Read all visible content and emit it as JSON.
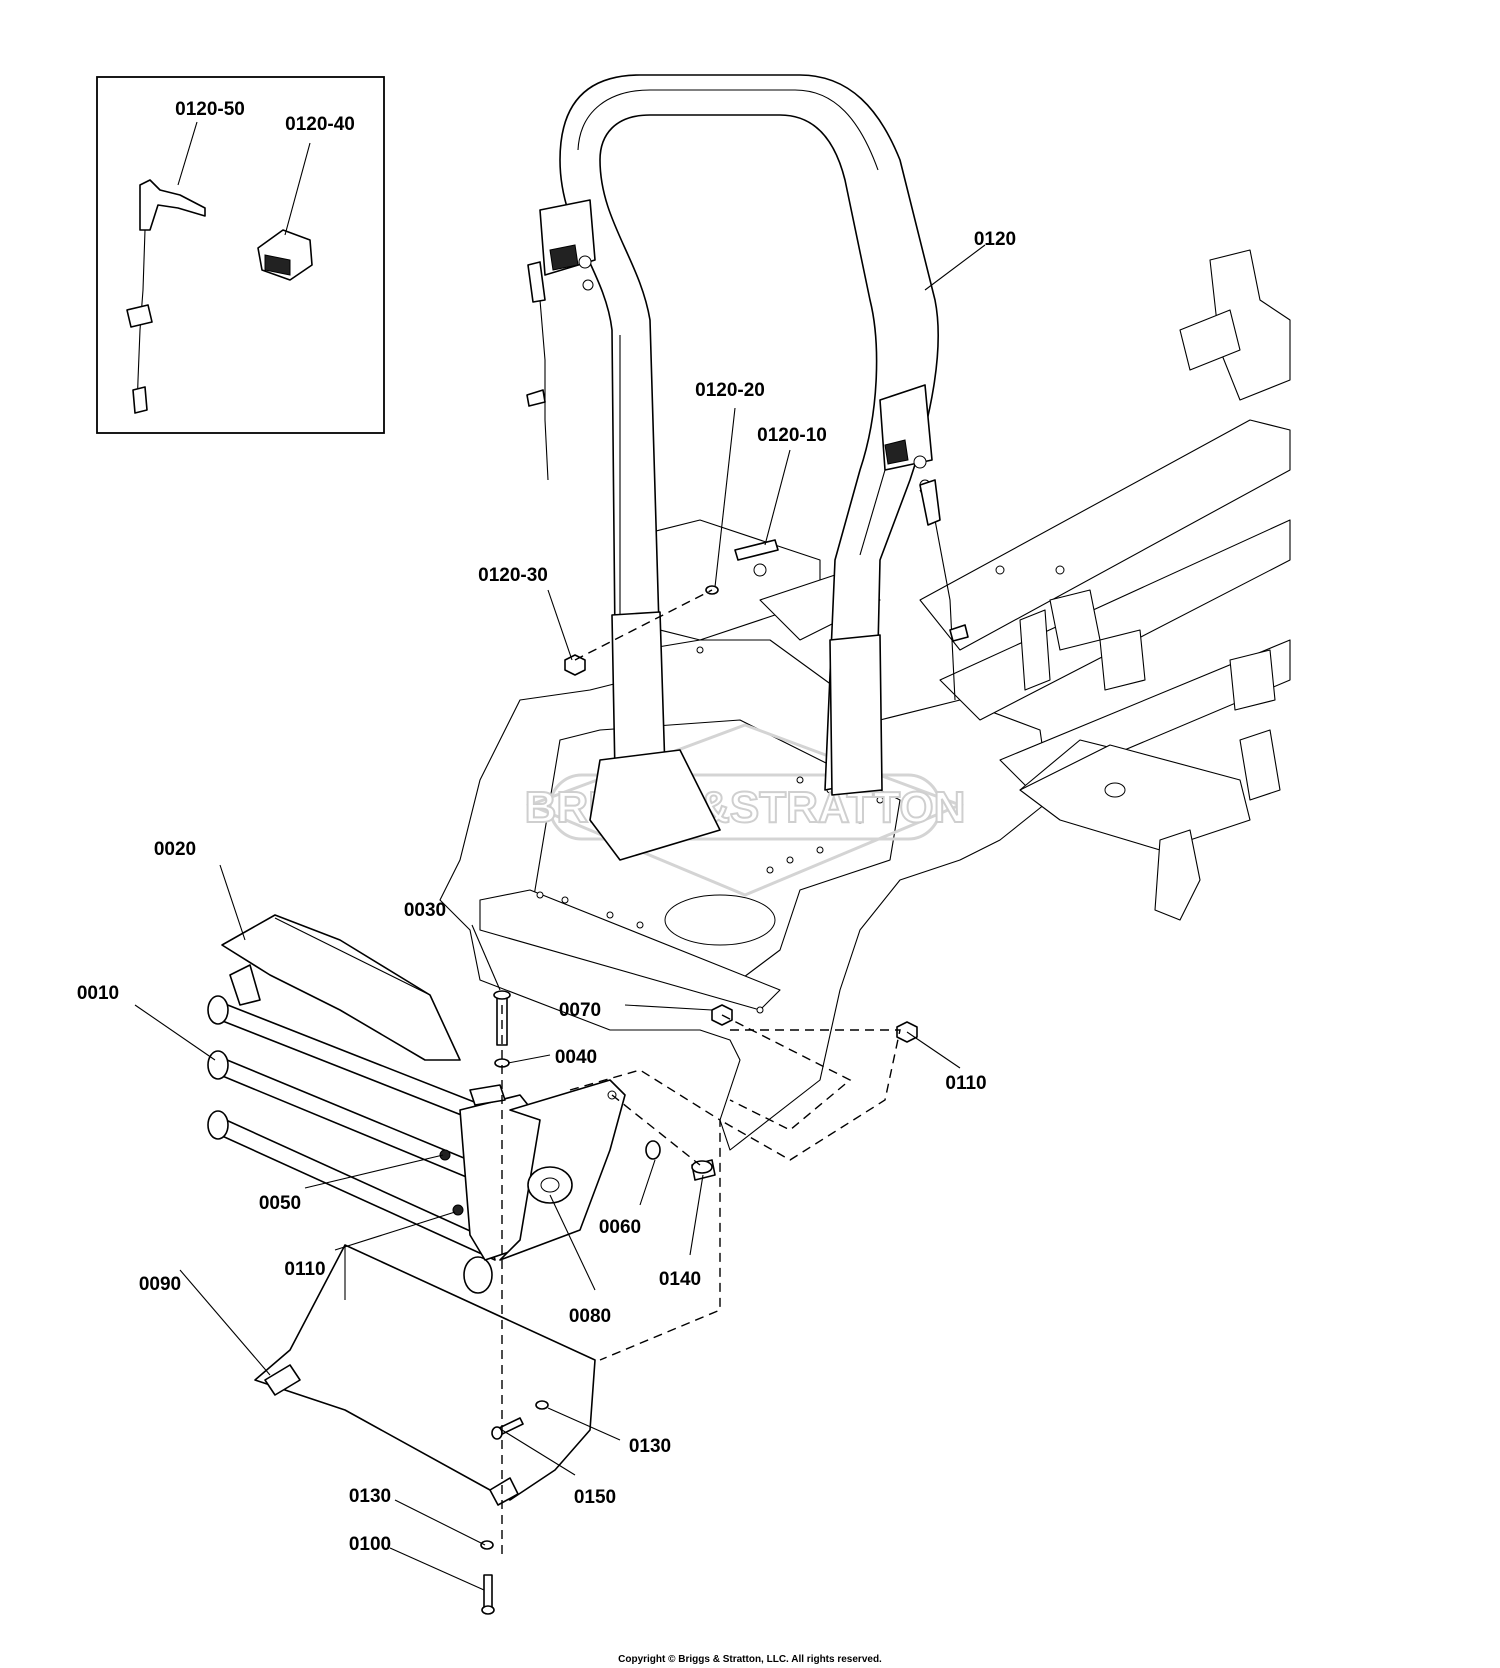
{
  "callouts": {
    "c0120_50": "0120-50",
    "c0120_40": "0120-40",
    "c0120": "0120",
    "c0120_20": "0120-20",
    "c0120_10": "0120-10",
    "c0120_30": "0120-30",
    "c0020": "0020",
    "c0030": "0030",
    "c0010": "0010",
    "c0070": "0070",
    "c0040": "0040",
    "c0110_right": "0110",
    "c0050": "0050",
    "c0060": "0060",
    "c0140": "0140",
    "c0110_left": "0110",
    "c0080": "0080",
    "c0090": "0090",
    "c0130_right": "0130",
    "c0150": "0150",
    "c0130_bottom": "0130",
    "c0100": "0100"
  },
  "watermark": "BRIGGS&STRATTON",
  "copyright": "Copyright © Briggs & Stratton, LLC. All rights reserved."
}
